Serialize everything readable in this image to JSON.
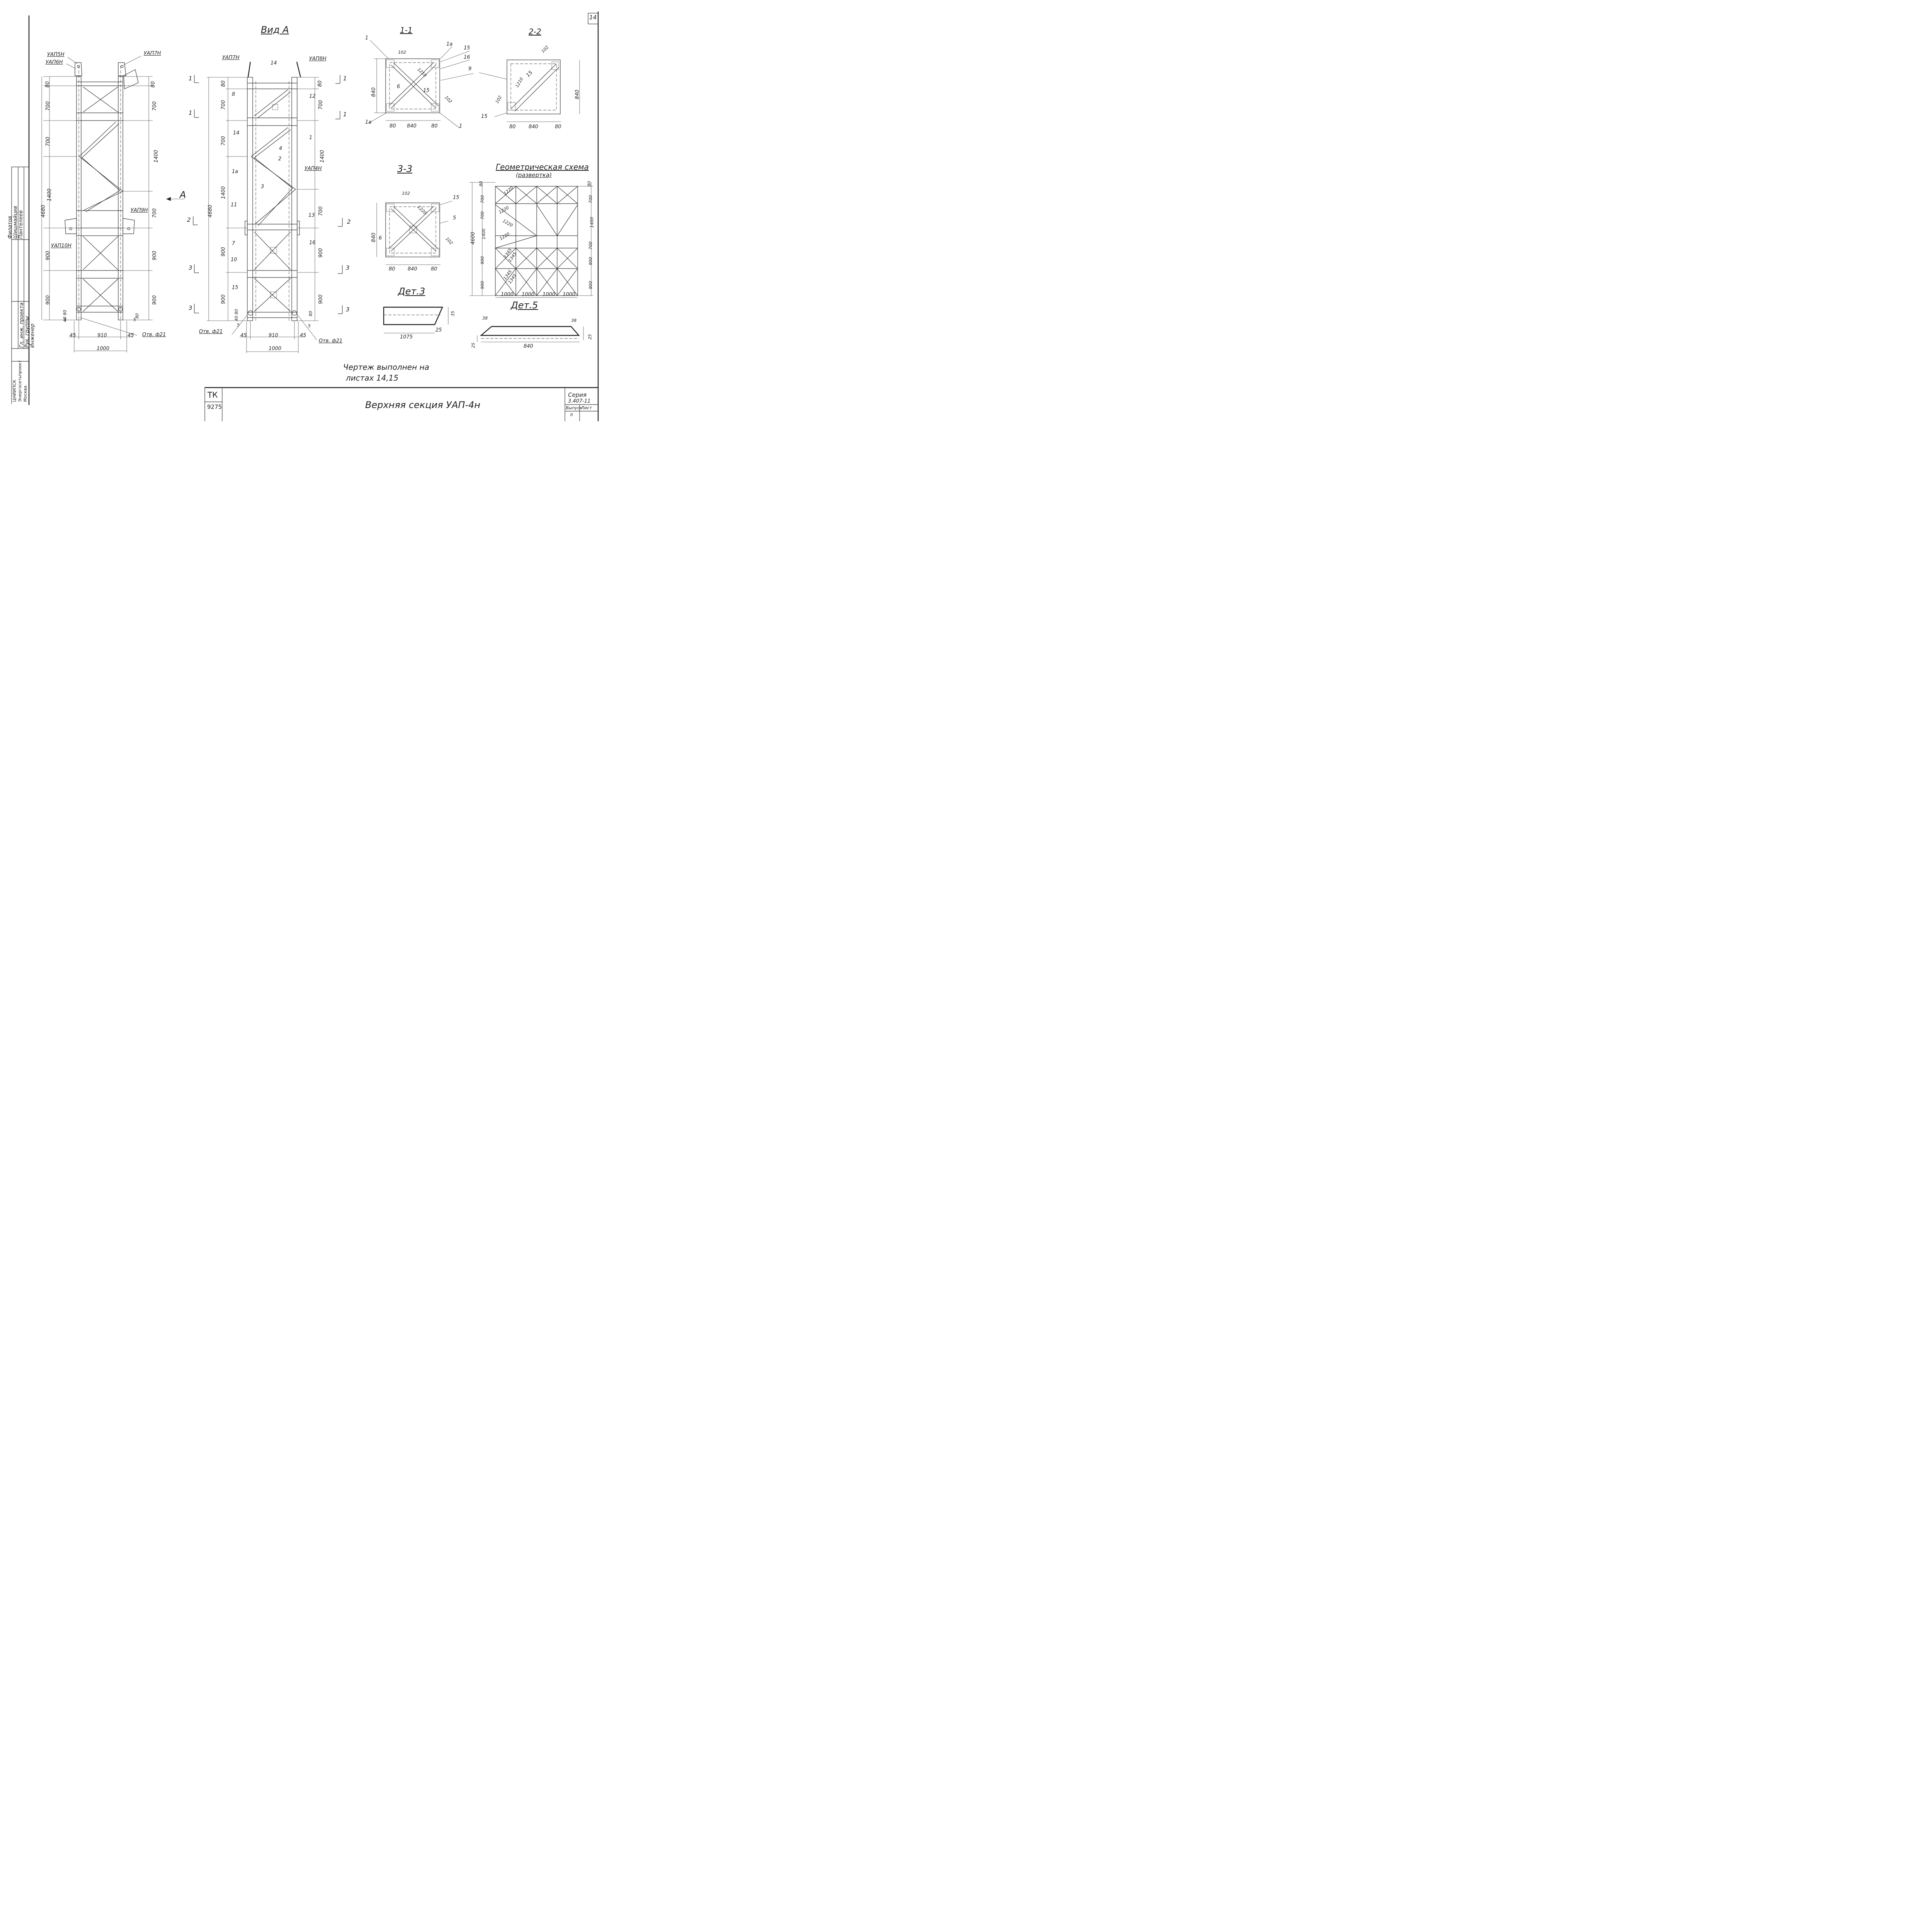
{
  "sheet_number": "14",
  "view_a": {
    "title": "Вид А",
    "labels": {
      "yap7": "УАП7Н",
      "yap8": "УАП8Н",
      "yap4": "УАП4Н"
    },
    "parts": [
      "14",
      "8",
      "12",
      "14",
      "1",
      "4",
      "2",
      "1а",
      "3",
      "11",
      "13",
      "7",
      "16",
      "10",
      "15",
      "15"
    ],
    "dims_left": [
      "80",
      "700",
      "700",
      "1400",
      "900",
      "900",
      "40 80",
      "5"
    ],
    "dims_right": [
      "80",
      "700",
      "1400",
      "700",
      "900",
      "900",
      "80",
      "5"
    ],
    "overall": "4680",
    "bottom": {
      "left": "45",
      "center": "910",
      "right": "45",
      "total": "1000"
    },
    "holes": "Отв. ф21",
    "sections": [
      "1",
      "1",
      "2",
      "3",
      "3"
    ]
  },
  "view_side": {
    "labels": {
      "yap5": "УАП5Н",
      "yap6": "УАП6Н",
      "yap7": "УАП7Н",
      "yap9": "УАП9Н",
      "yap10": "УАП10Н"
    },
    "arrow": "А",
    "overall": "4680",
    "dims_left": [
      "80",
      "700",
      "700",
      "1400",
      "900",
      "900",
      "40 80",
      "5"
    ],
    "dims_right": [
      "80",
      "700",
      "1400",
      "700",
      "900",
      "900",
      "80",
      "5"
    ],
    "bottom": {
      "left": "45",
      "center": "910",
      "right": "45",
      "total": "1000"
    },
    "holes": "Отв. ф21"
  },
  "sec_1_1": {
    "title": "1-1",
    "labels": [
      "1",
      "1а",
      "15",
      "16",
      "9",
      "6",
      "15",
      "1а",
      "1"
    ],
    "dims": {
      "top": "102",
      "side": "840",
      "w": "840",
      "a": "80",
      "b": "80",
      "len": "1210",
      "diag": "102"
    }
  },
  "sec_2_2": {
    "title": "2-2",
    "labels": [
      "15",
      "15"
    ],
    "dims": {
      "top": "102",
      "side": "840",
      "w": "840",
      "a": "80",
      "b": "80",
      "len": "1210",
      "diag": "102"
    }
  },
  "sec_3_3": {
    "title": "3-3",
    "labels": [
      "15",
      "5",
      "6"
    ],
    "dims": {
      "top": "102",
      "side": "840",
      "w": "840",
      "a": "80",
      "b": "80",
      "len": "1220",
      "diag": "102"
    }
  },
  "geometry": {
    "title": "Геометрическая схема",
    "subtitle": "(развертка)",
    "height": "4600",
    "left_dims": [
      "80",
      "700",
      "700",
      "1400",
      "900",
      "900"
    ],
    "right_dims": [
      "80",
      "700",
      "1400",
      "700",
      "900",
      "900"
    ],
    "bottom_dims": [
      "1000",
      "1000",
      "1000",
      "1000"
    ],
    "diag_labels": [
      "1220",
      "1220",
      "1220",
      "1220",
      "1345",
      "1345",
      "1345",
      "1345"
    ]
  },
  "det3": {
    "title": "Дет.3",
    "length": "1075",
    "h1": "35",
    "h2": "25"
  },
  "det5": {
    "title": "Дет.5",
    "a": "38",
    "b": "38",
    "length": "840",
    "h1": "25",
    "h2": "25"
  },
  "note": {
    "line1": "Чертеж  выполнен  на",
    "line2": "листах  14,15"
  },
  "title_block": {
    "tk": "ТК",
    "code": "9275",
    "name": "Верхняя  секция  УАП-4н",
    "series_label": "Серия",
    "series_value": "3.407-11",
    "issue_label": "Выпуск",
    "sheet_label": "Лист",
    "issue_value": "II"
  },
  "stamp": {
    "roles": [
      "Гл. инж. проекта",
      "Рук. группы",
      "Инженер"
    ],
    "names": [
      "Филатов",
      "Шишмайцев",
      "Пантелеев"
    ],
    "org": [
      "ЦНИИПСК",
      "Энергосетьпроект",
      "Москва"
    ]
  }
}
